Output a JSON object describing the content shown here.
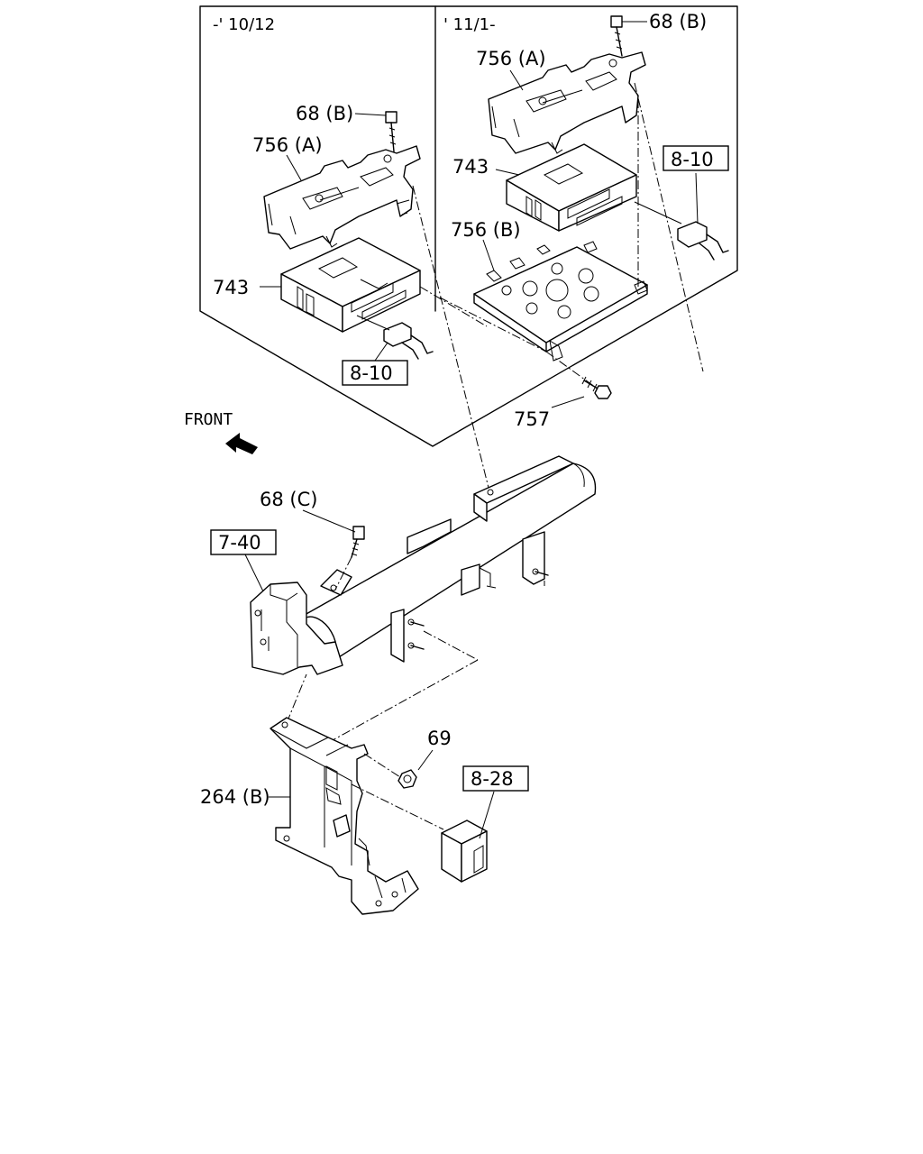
{
  "diagram": {
    "colors": {
      "line": "#000000",
      "background": "#ffffff"
    },
    "inset_left": {
      "period": "-' 10/12"
    },
    "inset_right": {
      "period": "' 11/1-"
    },
    "labels": {
      "bolt_68b_left": "68 (B)",
      "bolt_68b_right": "68 (B)",
      "bracket_756a_left": "756 (A)",
      "bracket_756a_right": "756 (A)",
      "module_743_left": "743",
      "module_743_right": "743",
      "tray_756b": "756 (B)",
      "bolt_757": "757",
      "bolt_68c": "68 (C)",
      "nut_69": "69",
      "bracket_264b": "264 (B)"
    },
    "references": {
      "ref_8_10_left": "8-10",
      "ref_8_10_right": "8-10",
      "ref_7_40": "7-40",
      "ref_8_28": "8-28"
    },
    "front_label": "FRONT",
    "icons": [
      "front-arrow-icon"
    ]
  }
}
